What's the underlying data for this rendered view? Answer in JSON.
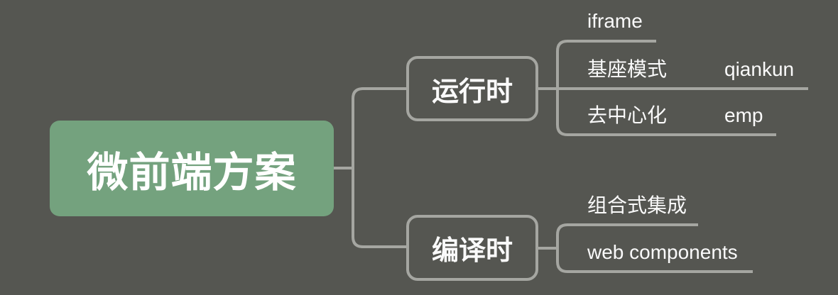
{
  "theme": {
    "background": "#555651",
    "line_color": "#a5a6a1",
    "root_fill": "#74a27e",
    "text_color": "#fafafa"
  },
  "mindmap": {
    "root": {
      "label": "微前端方案"
    },
    "branches": [
      {
        "label": "运行时",
        "children": [
          {
            "label": "iframe",
            "children": []
          },
          {
            "label": "基座模式",
            "children": [
              {
                "label": "qiankun"
              }
            ]
          },
          {
            "label": "去中心化",
            "children": [
              {
                "label": "emp"
              }
            ]
          }
        ]
      },
      {
        "label": "编译时",
        "children": [
          {
            "label": "组合式集成",
            "children": []
          },
          {
            "label": "web components",
            "children": []
          }
        ]
      }
    ]
  }
}
